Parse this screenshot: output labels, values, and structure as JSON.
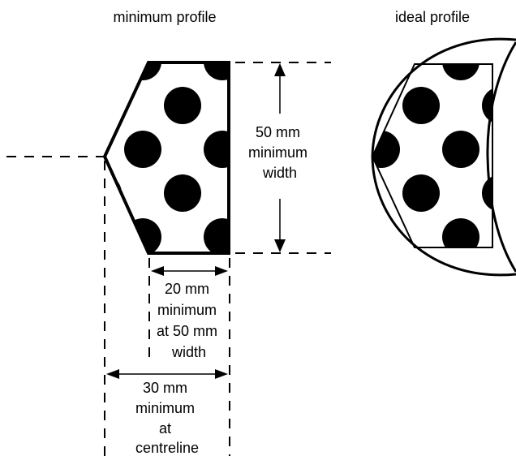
{
  "min_profile": {
    "title": "minimum profile",
    "width_label": [
      "50 mm",
      "minimum",
      "width"
    ],
    "tip_label": [
      "20 mm",
      "minimum",
      "at 50 mm",
      "width"
    ],
    "centreline_label": [
      "30 mm",
      "minimum",
      "at",
      "centreline"
    ]
  },
  "ideal_profile": {
    "title": "ideal profile"
  },
  "colors": {
    "ink": "#000000",
    "paper": "#ffffff"
  }
}
